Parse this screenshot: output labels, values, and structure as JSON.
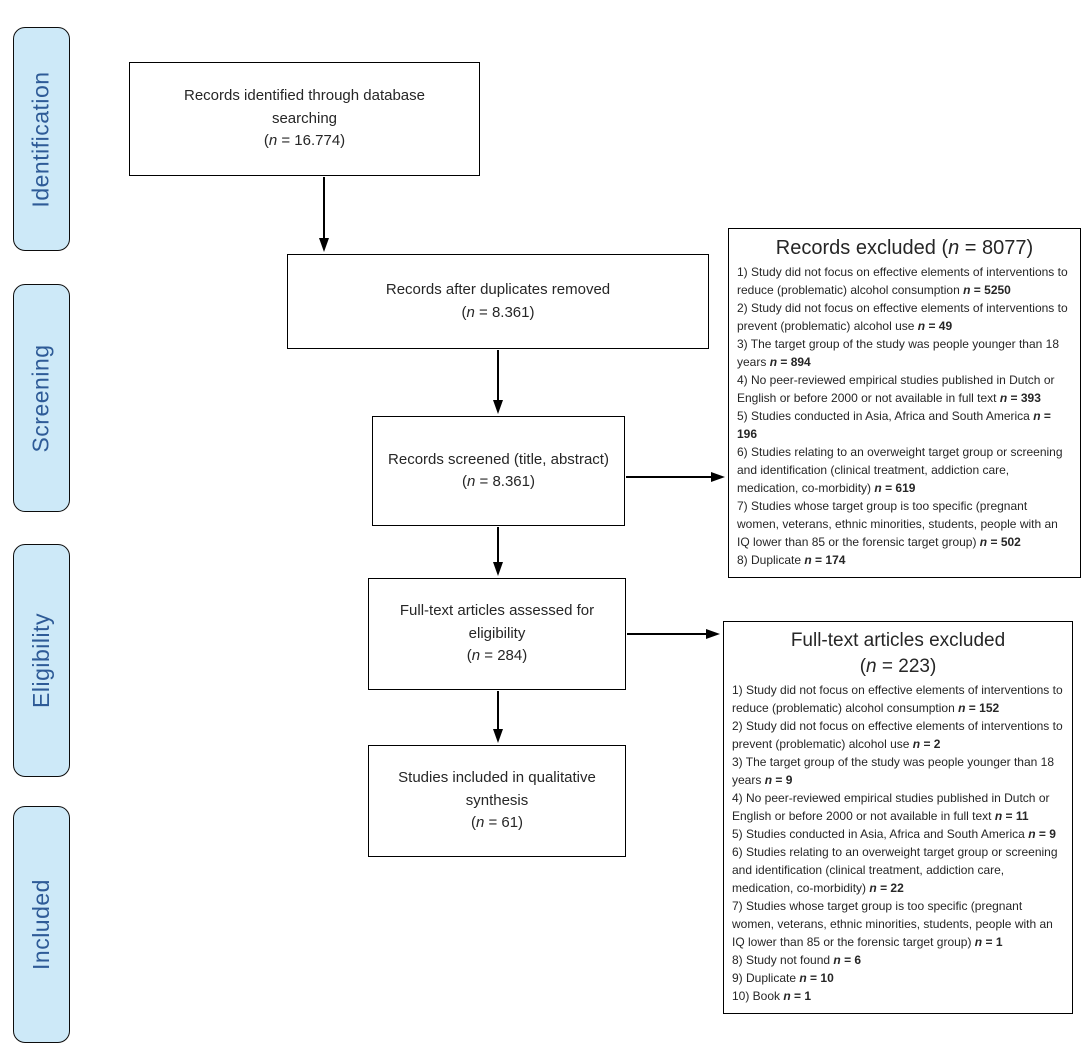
{
  "colors": {
    "stage_fill": "#CDE9F8",
    "stage_border": "#0d0d0d",
    "stage_text": "#2E5B97",
    "box_border": "#000000",
    "box_text": "#262626",
    "arrow": "#000000"
  },
  "stages": [
    {
      "label": "Identification"
    },
    {
      "label": "Screening"
    },
    {
      "label": "Eligibility"
    },
    {
      "label": "Included"
    }
  ],
  "flow_boxes": [
    {
      "title": "Records identified through database searching",
      "count": "(n = 16.774)"
    },
    {
      "title": "Records after duplicates removed",
      "count": "(n = 8.361)"
    },
    {
      "title": "Records screened (title, abstract)",
      "count": "(n = 8.361)"
    },
    {
      "title": "Full-text articles assessed for eligibility",
      "count": "(n = 284)"
    },
    {
      "title": "Studies included in qualitative synthesis",
      "count": "(n = 61)"
    }
  ],
  "excluded_boxes": [
    {
      "title": "Records excluded (n = 8077)",
      "title_line2": "",
      "reasons": [
        "1) Study did not focus on effective elements of interventions to reduce (problematic) alcohol consumption n = 5250",
        "2) Study did not focus on effective elements of interventions to prevent (problematic) alcohol use n = 49",
        "3) The target group of the study was people younger than 18 years n = 894",
        "4) No peer-reviewed empirical studies published in Dutch or English or before 2000 or not available in full text n = 393",
        "5) Studies conducted in Asia, Africa and South America n = 196",
        "6) Studies relating to an overweight target group or screening and identification (clinical treatment, addiction care, medication, co-morbidity) n = 619",
        "7) Studies whose target group is too specific (pregnant women, veterans, ethnic minorities, students, people with an IQ lower than 85 or the forensic target group) n = 502",
        "8) Duplicate n = 174"
      ]
    },
    {
      "title": "Full-text articles excluded",
      "title_line2": "(n = 223)",
      "reasons": [
        "1) Study did not focus on effective elements of interventions to reduce (problematic) alcohol consumption n = 152",
        "2) Study did not focus on effective elements of interventions to prevent (problematic) alcohol use n = 2",
        "3) The target group of the study was people younger than 18 years n = 9",
        "4) No peer-reviewed empirical studies published in Dutch or English or before 2000 or not available in full text n = 11",
        "5) Studies conducted in Asia, Africa and South America n = 9",
        "6) Studies relating to an overweight target group or screening and identification (clinical treatment, addiction care, medication, co-morbidity) n = 22",
        "7) Studies whose target group is too specific (pregnant women, veterans, ethnic minorities, students, people with an IQ lower than 85 or the forensic target group) n = 1",
        "8) Study not found n = 6",
        "9) Duplicate n = 10",
        "10) Book n = 1"
      ]
    }
  ]
}
